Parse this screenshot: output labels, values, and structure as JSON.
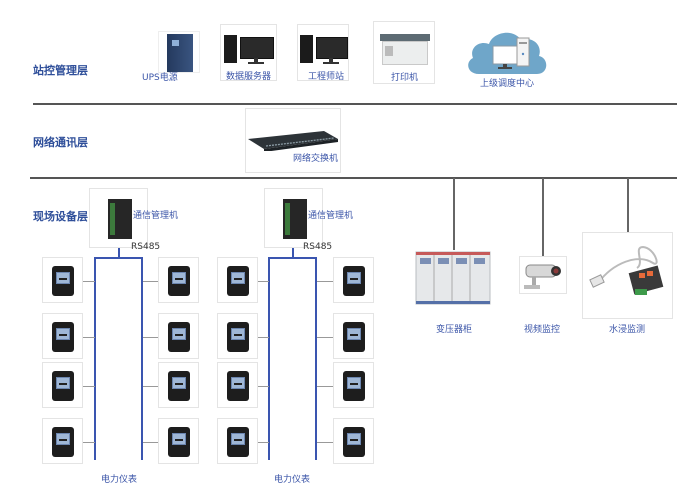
{
  "layers": {
    "station": "站控管理层",
    "network": "网络通讯层",
    "field": "现场设备层"
  },
  "station_devices": [
    {
      "label": "UPS电源",
      "icon": "ups-icon"
    },
    {
      "label": "数据服务器",
      "icon": "server-icon"
    },
    {
      "label": "工程师站",
      "icon": "workstation-icon"
    },
    {
      "label": "打印机",
      "icon": "printer-icon"
    },
    {
      "label": "上级调度中心",
      "icon": "cloud-dispatch-icon"
    }
  ],
  "network_devices": [
    {
      "label": "网络交换机",
      "icon": "switch-icon"
    }
  ],
  "field": {
    "gateways": [
      {
        "label": "通信管理机",
        "bus_label": "RS485",
        "meters_label": "电力仪表"
      },
      {
        "label": "通信管理机",
        "bus_label": "RS485",
        "meters_label": "电力仪表"
      }
    ],
    "other_devices": [
      {
        "label": "变压器柜",
        "icon": "transformer-cabinet-icon"
      },
      {
        "label": "视频监控",
        "icon": "camera-icon"
      },
      {
        "label": "水浸监测",
        "icon": "water-sensor-icon"
      }
    ]
  },
  "colors": {
    "label": "#2f4f9a",
    "bus": "#3a55b0",
    "line": "#555555"
  }
}
